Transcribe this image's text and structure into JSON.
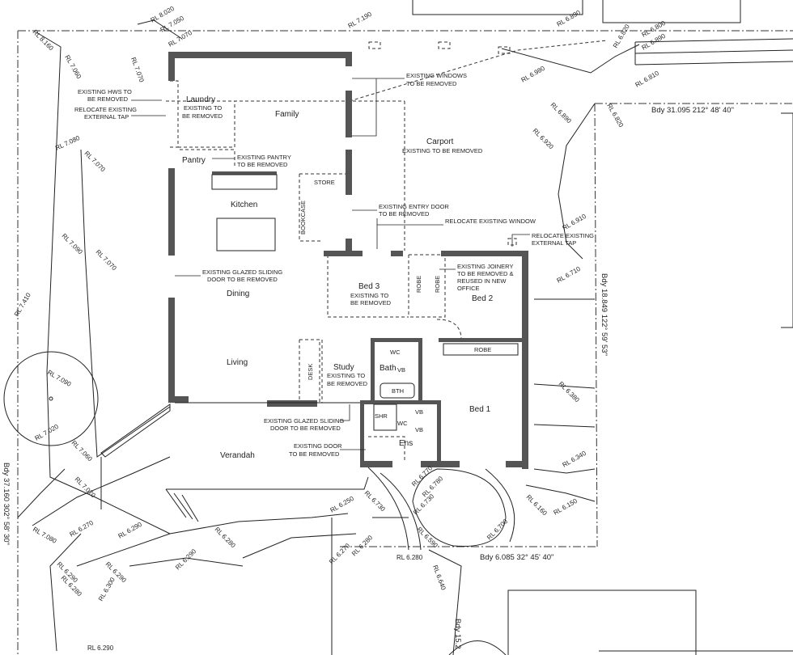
{
  "rooms": {
    "laundry": "Laundry",
    "family": "Family",
    "pantry": "Pantry",
    "kitchen": "Kitchen",
    "dining": "Dining",
    "living": "Living",
    "carport": "Carport",
    "bed3": "Bed 3",
    "bed2": "Bed 2",
    "bed1": "Bed 1",
    "study": "Study",
    "bath": "Bath",
    "ens": "Ens",
    "verandah": "Verandah",
    "store": "STORE",
    "bookcase": "BOOKCASE",
    "desk": "DESK",
    "robe": "ROBE",
    "wc": "WC",
    "vb": "VB",
    "bth": "BTH",
    "shr": "SHR"
  },
  "notes": {
    "hws": [
      "EXISTING HWS TO",
      "BE REMOVED"
    ],
    "tap": [
      "RELOCATE EXISTING",
      "EXTERNAL TAP"
    ],
    "laundry": [
      "EXISTING TO",
      "BE REMOVED"
    ],
    "pantry": [
      "EXISTING PANTRY",
      "TO BE REMOVED"
    ],
    "windows": [
      "EXISTING WINDOWS",
      "TO BE REMOVED"
    ],
    "carport": [
      "EXISTING TO BE REMOVED"
    ],
    "entry": [
      "EXISTING ENTRY DOOR",
      "TO BE REMOVED"
    ],
    "reloc_window": [
      "RELOCATE EXISTING WINDOW"
    ],
    "reloc_tap": [
      "RELOCATE EXISTING",
      "EXTERNAL TAP"
    ],
    "joinery": [
      "EXISTING JOINERY",
      "TO BE REMOVED &",
      "REUSED IN NEW",
      "OFFICE"
    ],
    "glazed1": [
      "EXISTING GLAZED SLIDING",
      "DOOR TO BE REMOVED"
    ],
    "bed3": [
      "EXISTING TO",
      "BE REMOVED"
    ],
    "study": [
      "EXISTING TO",
      "BE REMOVED"
    ],
    "glazed2": [
      "EXISTING GLAZED SLIDING",
      "DOOR TO BE REMOVED"
    ],
    "door": [
      "EXISTING DOOR",
      "TO BE REMOVED"
    ]
  },
  "boundaries": {
    "top": "Bdy  31.095  212° 48' 40\"",
    "right": "Bdy  18.849  122° 59' 53\"",
    "bottom": "Bdy  6.085  32° 45' 40\"",
    "left": "Bdy  37.160  302° 58' 30\"",
    "bottom_right": "Bdy  15.2"
  },
  "levels": [
    "RL 8.020",
    "RL 7.050",
    "RL 7.190",
    "RL 7.070",
    "RL 6.890",
    "RL 6.800",
    "RL 6.820",
    "RL 6.890",
    "RL 8.160",
    "RL 7.060",
    "RL 7.070",
    "RL 6.980",
    "RL 6.810",
    "RL 6.820",
    "RL 6.890",
    "RL 6.920",
    "RL 7.080",
    "RL 7.070",
    "RL 6.910",
    "RL 7.090",
    "RL 7.070",
    "RL 6.710",
    "RL 7.410",
    "RL 7.090",
    "RL 6.380",
    "RL 7.020",
    "RL 7.060",
    "RL 6.340",
    "RL 7.070",
    "RL 6.770",
    "RL 6.780",
    "RL 6.730",
    "RL 6.160",
    "RL 6.150",
    "RL 6.250",
    "RL 6.730",
    "RL 7.080",
    "RL 6.270",
    "RL 6.290",
    "RL 6.280",
    "RL 6.590",
    "RL 6.700",
    "RL 6.290",
    "RL 6.290",
    "RL 6.270",
    "RL 6.280",
    "RL 6.280",
    "RL 6.300",
    "RL 6.290",
    "RL 6.640",
    "RL 6.290",
    "RL 6.280"
  ]
}
